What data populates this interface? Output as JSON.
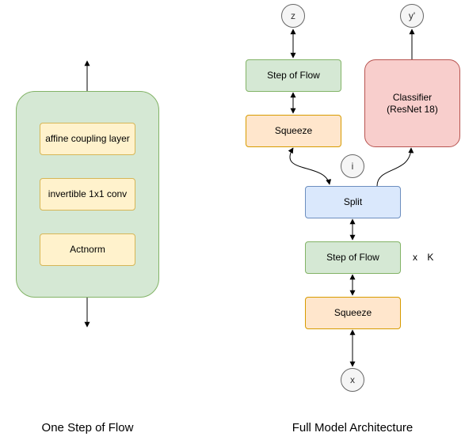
{
  "left_panel": {
    "blocks": {
      "affine_coupling": "affine coupling layer",
      "invertible_conv": "invertible 1x1 conv",
      "actnorm": "Actnorm"
    },
    "caption": "One Step of Flow"
  },
  "right_panel": {
    "nodes": {
      "z": "z",
      "y_prime": "y'",
      "step_of_flow_top": "Step of Flow",
      "classifier_line1": "Classifier",
      "classifier_line2": "(ResNet 18)",
      "squeeze_top": "Squeeze",
      "i": "i",
      "split": "Split",
      "step_of_flow_bottom": "Step of Flow",
      "repeat_x": "x",
      "repeat_k": "K",
      "squeeze_bottom": "Squeeze",
      "x": "x"
    },
    "caption": "Full Model Architecture"
  },
  "colors": {
    "green_fill": "#d5e8d4",
    "green_stroke": "#82b366",
    "yellow_fill": "#fff2cc",
    "yellow_stroke": "#d6b656",
    "orange_fill": "#ffe6cc",
    "orange_stroke": "#d79b00",
    "blue_fill": "#dae8fc",
    "blue_stroke": "#6c8ebf",
    "red_fill": "#f8cecc",
    "red_stroke": "#b85450",
    "circle_fill": "#f5f5f5",
    "circle_stroke": "#666666"
  }
}
